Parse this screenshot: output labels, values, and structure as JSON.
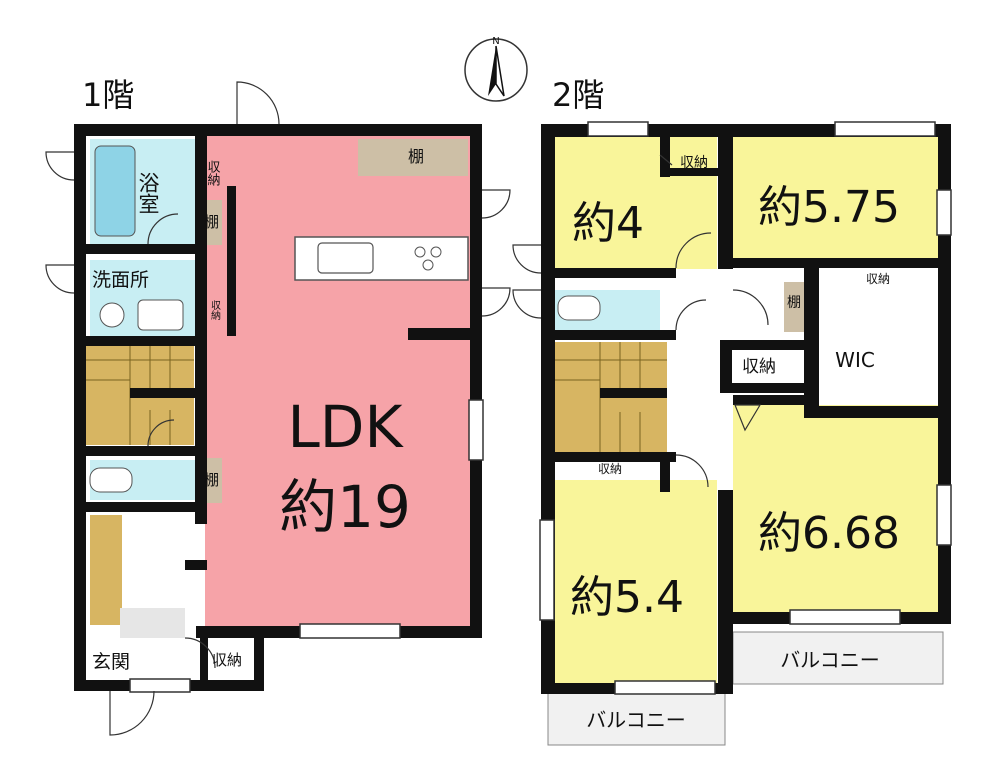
{
  "floors": {
    "first": {
      "title": "1階",
      "rooms": {
        "ldk_name": "LDK",
        "ldk_size": "約19",
        "bath": "浴室",
        "washroom": "洗面所",
        "entrance": "玄関",
        "storage_hall": "収納",
        "storage_small_1": "収納",
        "storage_small_2": "収納",
        "shelf_top": "棚",
        "shelf_bath": "棚",
        "shelf_hall": "棚"
      }
    },
    "second": {
      "title": "2階",
      "rooms": {
        "room_4": "約4",
        "room_575": "約5.75",
        "room_54": "約5.4",
        "room_668": "約6.68",
        "wic": "WIC",
        "storage_top": "収納",
        "storage_575": "収納",
        "storage_hall": "収納",
        "storage_54": "収納",
        "shelf": "棚",
        "balcony_left": "バルコニー",
        "balcony_right": "バルコニー"
      }
    }
  },
  "compass": {
    "label": "N"
  },
  "colors": {
    "ldk": "#f6a3a8",
    "bedroom": "#f9f59a",
    "wet_area": "#c8eef3",
    "stairs": "#d7b562",
    "shelf": "#cdbfa6",
    "wall": "#111111",
    "balcony": "#f1f1f1"
  }
}
